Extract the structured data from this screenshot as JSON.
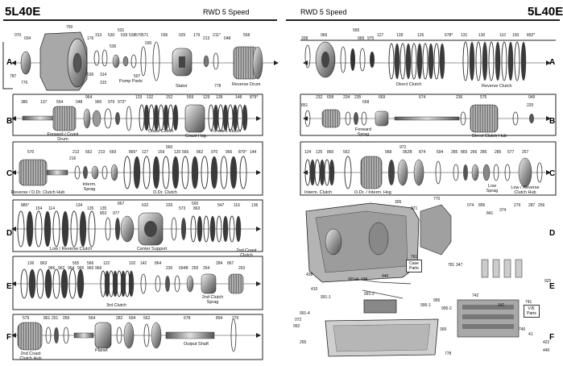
{
  "header": {
    "title_left": "5L40E",
    "subtitle_left": "RWD 5 Speed",
    "subtitle_right": "RWD 5 Speed",
    "title_right": "5L40E"
  },
  "rows": [
    "A",
    "B",
    "C",
    "D",
    "E",
    "F"
  ],
  "rows_right": [
    "A",
    "B",
    "C",
    "D",
    "E",
    "F"
  ],
  "captions": {
    "pump_parts": "Pump Parts",
    "stator": "Stator",
    "reverse_drum": "Reverse Drum",
    "direct_clutch": "Direct Clutch",
    "reverse_clutch": "Reverse Clutch",
    "forward_coast_drum": "Forward / Coast Drum",
    "coast_clutch": "Coast Clutch",
    "coast_hsg": "Coast Hsg.",
    "forward_clutch": "Forward Clutch",
    "forward_sprag": "Forward Sprag",
    "direct_clutch_hub": "Direct Clutch Hub",
    "reverse_ddr_hub": "Reverse / D.Dr. Clutch Hub",
    "interm_sprag": "Interm. Sprag",
    "odr_clutch": "O.Dr. Clutch",
    "interm_clutch": "Interm. Clutch",
    "odr_interm_hsg": "O.Dr. / Interm. Hsg",
    "low_sprag": "Low Sprag",
    "low_reverse_hub": "Low / Reverse Clutch Hub",
    "low_reverse_clutch": "Low / Reverse Clutch",
    "center_support": "Center Support",
    "second_coast_clutch": "2nd Coast Clutch",
    "second_clutch_sprag": "2nd Clutch Sprag",
    "third_clutch": "3rd Clutch",
    "second_coast_hub": "2nd Coast Clutch Hub",
    "planet": "Planet",
    "output_shaft": "Output Shaft",
    "case_parts": "Case Parts",
    "vb_parts": "V.B. Parts"
  },
  "part_numbers": {
    "rowA_left": [
      "070",
      "034",
      "750",
      "176",
      "313",
      "531",
      "530",
      "539",
      "536",
      "538",
      "570",
      "571",
      "030",
      "036",
      "025",
      "179",
      "213",
      "211*",
      "048",
      "558",
      "536",
      "787",
      "776",
      "314",
      "315",
      "507",
      "778"
    ],
    "rowA_right": [
      "338",
      "966",
      "565",
      "965",
      "975",
      "127",
      "128",
      "126",
      "678*",
      "131",
      "130",
      "110",
      "150",
      "892*"
    ],
    "rowB_left": [
      "380",
      "137",
      "554",
      "048",
      "964",
      "960",
      "979",
      "973*",
      "133",
      "132",
      "152",
      "559",
      "129",
      "128",
      "148",
      "879*"
    ],
    "rowB_right": [
      "232",
      "658",
      "234",
      "235",
      "658",
      "669",
      "674",
      "236",
      "575",
      "049",
      "220",
      "851"
    ],
    "rowC_left": [
      "570",
      "213",
      "216",
      "562",
      "213",
      "669",
      "865*",
      "127",
      "159",
      "560",
      "120",
      "566",
      "862",
      "970",
      "966",
      "879*",
      "144"
    ],
    "rowC_right": [
      "124",
      "125",
      "860",
      "562",
      "972",
      "968",
      "962B",
      "874",
      "694",
      "285",
      "865",
      "266",
      "286",
      "285",
      "577",
      "257"
    ],
    "rowD_left": [
      "885*",
      "154",
      "114",
      "134",
      "135",
      "135",
      "867",
      "853",
      "977",
      "632",
      "226",
      "565",
      "573",
      "863",
      "547",
      "116",
      "136"
    ],
    "rowD_right": [
      "305",
      "770",
      "271",
      "074",
      "895",
      "841",
      "279",
      "374",
      "287",
      "256",
      "761",
      "781",
      "347",
      "925",
      "410",
      "436"
    ],
    "rowE_left": [
      "136",
      "863",
      "966",
      "962",
      "555",
      "964",
      "965",
      "566",
      "965",
      "966",
      "122",
      "102",
      "142",
      "864",
      "230",
      "694B",
      "255",
      "254",
      "284",
      "867",
      "263"
    ],
    "rowE_right": [
      "438",
      "446",
      "991-3",
      "991-2",
      "991-1",
      "995-1",
      "995-2",
      "995",
      "991-4",
      "072",
      "992",
      "742",
      "342"
    ],
    "rowF_left": [
      "579",
      "861",
      "251",
      "056",
      "564",
      "282",
      "694",
      "562",
      "678",
      "894",
      "270"
    ],
    "rowF_right": [
      "265",
      "300",
      "778",
      "741",
      "740",
      "41",
      "422",
      "440"
    ]
  },
  "colors": {
    "line": "#222222",
    "part_dark": "#3a3a3a",
    "part_mid": "#8a8a8a",
    "part_light": "#c8c8c8"
  }
}
